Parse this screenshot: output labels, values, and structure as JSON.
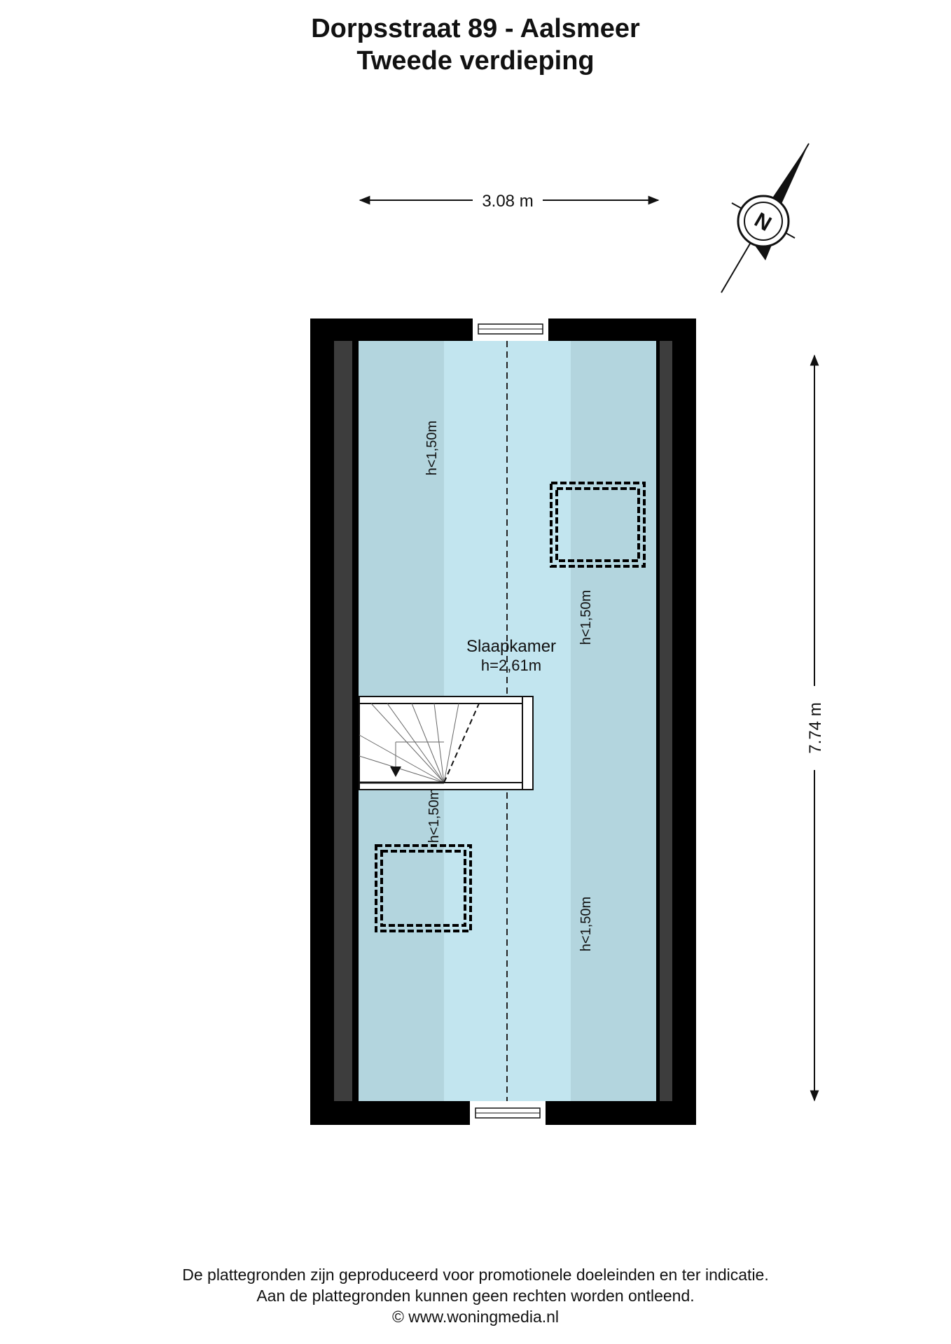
{
  "title": {
    "line1": "Dorpsstraat 89 - Aalsmeer",
    "line2": "Tweede verdieping"
  },
  "dimensions": {
    "width": "3.08 m",
    "height": "7.74 m"
  },
  "compass": {
    "label": "N"
  },
  "room": {
    "name": "Slaapkamer",
    "height": "h=2,61m"
  },
  "low_ceiling_labels": {
    "top_left": "h<1,50m",
    "mid_right": "h<1,50m",
    "stair_left": "h<1,50m",
    "bottom_right": "h<1,50m"
  },
  "footer": {
    "line1": "De plattegronden zijn geproduceerd voor promotionele doeleinden en ter indicatie.",
    "line2": "Aan de plattegronden kunnen geen rechten worden ontleend.",
    "line3": "© www.woningmedia.nl"
  },
  "colors": {
    "wall": "#000000",
    "inner_wall": "#3d3d3d",
    "floor_low": "#b3d5de",
    "floor_high": "#c2e5ef"
  }
}
